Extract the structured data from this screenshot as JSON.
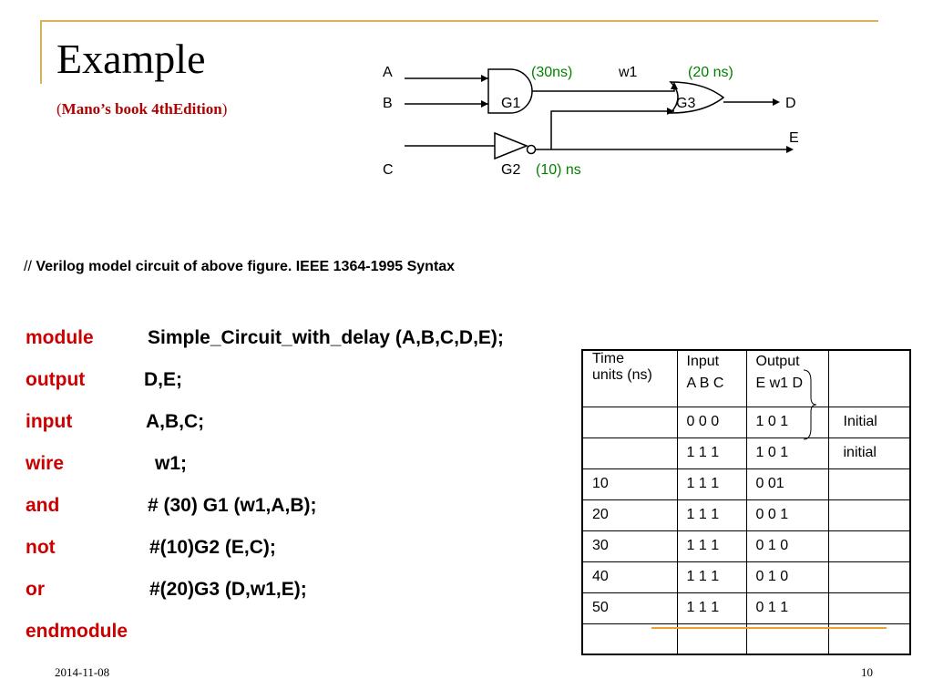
{
  "slide": {
    "title": "Example",
    "subtitle_open": "(",
    "subtitle_text": "Mano’s book 4thEdition",
    "subtitle_close": ")",
    "comment_slashes": "//",
    "comment_text": "Verilog model circuit of above figure. IEEE 1364-1995 Syntax",
    "footer_date": "2014-11-08",
    "page_number": "10"
  },
  "circuit": {
    "label_a": "A",
    "label_b": "B",
    "label_c": "C",
    "label_d": "D",
    "label_e": "E",
    "label_w1": "w1",
    "gate_g1": "G1",
    "gate_g2": "G2",
    "gate_g3": "G3",
    "delay_g1": "(30ns)",
    "delay_g3": "(20 ns)",
    "delay_g2": "(10) ns",
    "delay_color": "#008000"
  },
  "code": [
    {
      "keyword": "module",
      "args": "Simple_Circuit_with_delay (A,B,C,D,E);"
    },
    {
      "keyword": "output",
      "args": "D,E;"
    },
    {
      "keyword": "input",
      "args": "A,B,C;"
    },
    {
      "keyword": "wire",
      "args": "w1;"
    },
    {
      "keyword": "and",
      "args": "# (30) G1 (w1,A,B);"
    },
    {
      "keyword": "not",
      "args": "#(10)G2 (E,C);"
    },
    {
      "keyword": "or",
      "args": "#(20)G3 (D,w1,E);"
    },
    {
      "keyword": "endmodule",
      "args": ""
    }
  ],
  "table": {
    "header": {
      "time_line1": "Time",
      "time_line2": "units (ns)",
      "input_line1": "Input",
      "input_line2": "A B C",
      "output_line1": "Output",
      "output_line2": "E w1 D"
    },
    "rows": [
      {
        "time": "",
        "input": "0 0 0",
        "output": "1 0 1",
        "note": "Initial"
      },
      {
        "time": "",
        "input": "1 1 1",
        "output": "1 0 1",
        "note": "initial"
      },
      {
        "time": "10",
        "input": "1 1 1",
        "output": "0 01",
        "note": ""
      },
      {
        "time": "20",
        "input": "1 1 1",
        "output": "0 0 1",
        "note": ""
      },
      {
        "time": "30",
        "input": "1 1 1",
        "output": "0 1 0",
        "note": ""
      },
      {
        "time": "40",
        "input": "1 1 1",
        "output": "0 1 0",
        "note": ""
      },
      {
        "time": "50",
        "input": "1 1 1",
        "output": "0 1 1",
        "note": ""
      },
      {
        "time": "",
        "input": "",
        "output": "",
        "note": ""
      }
    ]
  },
  "colors": {
    "keyword": "#cc0000",
    "frame": "#d4b35a",
    "highlight": "#f0a030"
  }
}
